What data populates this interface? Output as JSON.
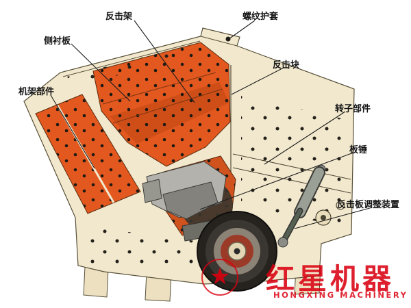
{
  "page": {
    "background": "#ffffff",
    "subject": "impact crusher cutaway diagram"
  },
  "labels": [
    {
      "text": "反击架"
    },
    {
      "text": "螺纹护套"
    },
    {
      "text": "侧衬板"
    },
    {
      "text": "反击块"
    },
    {
      "text": "机架部件"
    },
    {
      "text": "转子部件"
    },
    {
      "text": "板锤"
    },
    {
      "text": "反击板调整装置"
    }
  ],
  "watermark": {
    "brand": "红星机器",
    "brand_en": "HONGXING MACHINERY",
    "star_glyph": "★",
    "color": "#da0010"
  },
  "machine_colors": {
    "housing_cream": "#f2e8cd",
    "liner_orange": "#e2581f",
    "liner_orange_dark": "#cf4e18",
    "rotor_gray": "#b3b2ac",
    "flywheel_dark": "#26231f",
    "hub_red": "#9c3a28",
    "bolt_black": "#1d1a14"
  }
}
